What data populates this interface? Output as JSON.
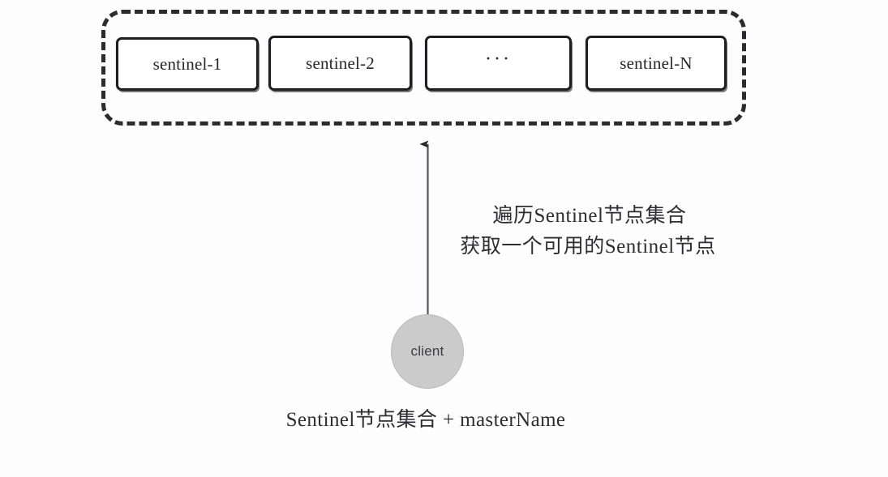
{
  "diagram": {
    "title": "Sentinel node discovery flow",
    "background_color": "#fdfdfd",
    "ink_color": "#25252b",
    "group": {
      "name": "sentinel-node-set",
      "border_style": "dashed",
      "border_color": "#2b2b30",
      "nodes": [
        {
          "id": "sentinel-1",
          "label": "sentinel-1"
        },
        {
          "id": "sentinel-2",
          "label": "sentinel-2"
        },
        {
          "id": "ellipsis",
          "label": "···"
        },
        {
          "id": "sentinel-N",
          "label": "sentinel-N"
        }
      ]
    },
    "client": {
      "label": "client",
      "fill_color": "#cbcbcb",
      "border_color": "#b9b9b9"
    },
    "arrow": {
      "name": "client-to-sentinel-group-arrow",
      "direction": "up",
      "from": "client",
      "to": "sentinel-node-set",
      "color": "#3a3a40"
    },
    "annotation": {
      "line1": "遍历Sentinel节点集合",
      "line2": "获取一个可用的Sentinel节点"
    },
    "caption": "Sentinel节点集合 + masterName"
  }
}
